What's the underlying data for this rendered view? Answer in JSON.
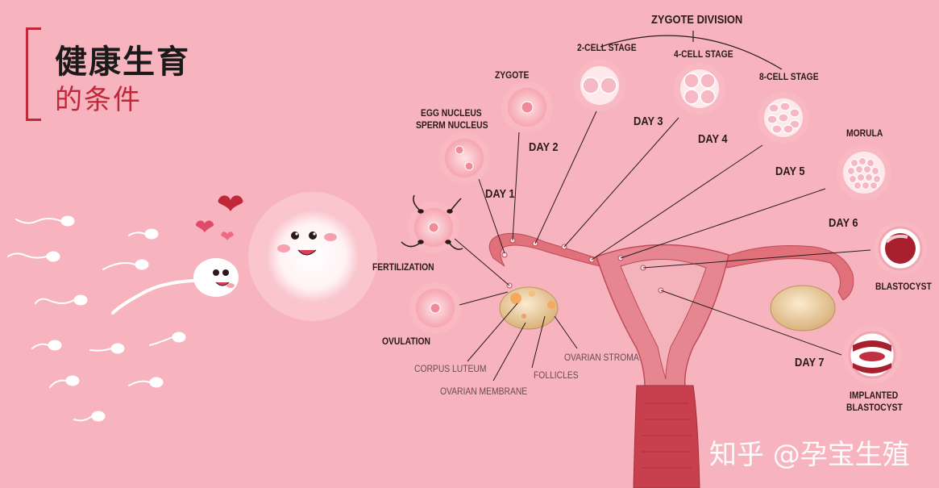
{
  "title": {
    "main": "健康生育",
    "sub": "的条件"
  },
  "labels": {
    "zygote_division": "ZYGOTE DIVISION",
    "two_cell": "2-CELL STAGE",
    "four_cell": "4-CELL STAGE",
    "eight_cell": "8-CELL STAGE",
    "zygote": "ZYGOTE",
    "egg_nucleus": "EGG NUCLEUS",
    "sperm_nucleus": "SPERM NUCLEUS",
    "fertilization": "FERTILIZATION",
    "ovulation": "OVULATION",
    "morula": "MORULA",
    "blastocyst": "BLASTOCYST",
    "implanted_1": "IMPLANTED",
    "implanted_2": "BLASTOCYST",
    "corpus_luteum": "CORPUS LUTEUM",
    "ovarian_membrane": "OVARIAN MEMBRANE",
    "follicles": "FOLLICLES",
    "ovarian_stroma": "OVARIAN STROMA"
  },
  "days": {
    "day1": "DAY 1",
    "day2": "DAY 2",
    "day3": "DAY 3",
    "day4": "DAY 4",
    "day5": "DAY 5",
    "day6": "DAY 6",
    "day7": "DAY 7"
  },
  "watermark": "知乎 @孕宝生殖",
  "colors": {
    "background": "#f7b4be",
    "accent": "#c0283a",
    "uterus": "#e0707a",
    "ovary": "#f2d9a8"
  }
}
